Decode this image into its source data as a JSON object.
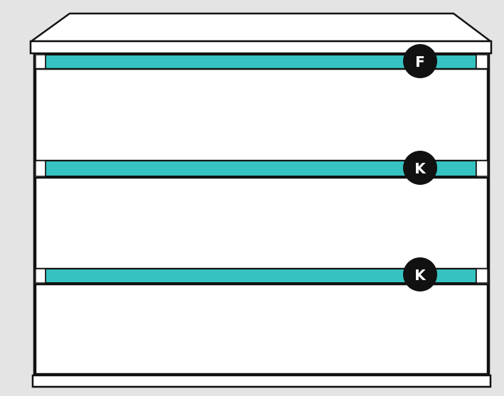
{
  "colors": {
    "background": "#e4e4e4",
    "cabinet_fill": "#ffffff",
    "outline": "#111111",
    "rail_fill": "#36c2c0",
    "marker_fill": "#111111",
    "marker_text": "#ffffff"
  },
  "rails": [
    {
      "label": "F"
    },
    {
      "label": "K"
    },
    {
      "label": "K"
    }
  ]
}
